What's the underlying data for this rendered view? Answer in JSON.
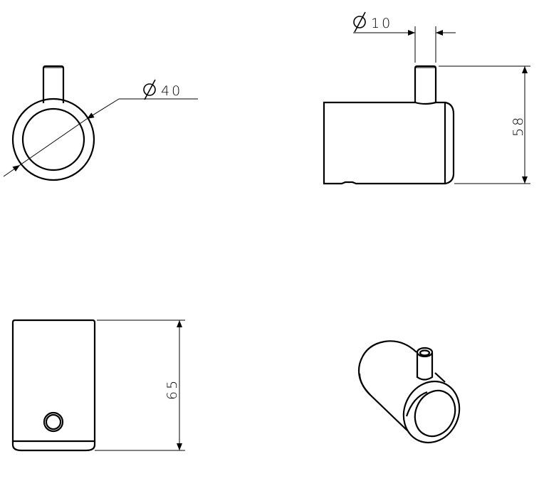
{
  "drawing": {
    "views": [
      "front",
      "side",
      "top",
      "isometric"
    ],
    "line_color": "#000000",
    "background": "#ffffff",
    "dimensions": {
      "outer_diameter": "40",
      "pin_diameter": "10",
      "height": "58",
      "length": "65"
    },
    "diameter_symbol": "Ø"
  }
}
